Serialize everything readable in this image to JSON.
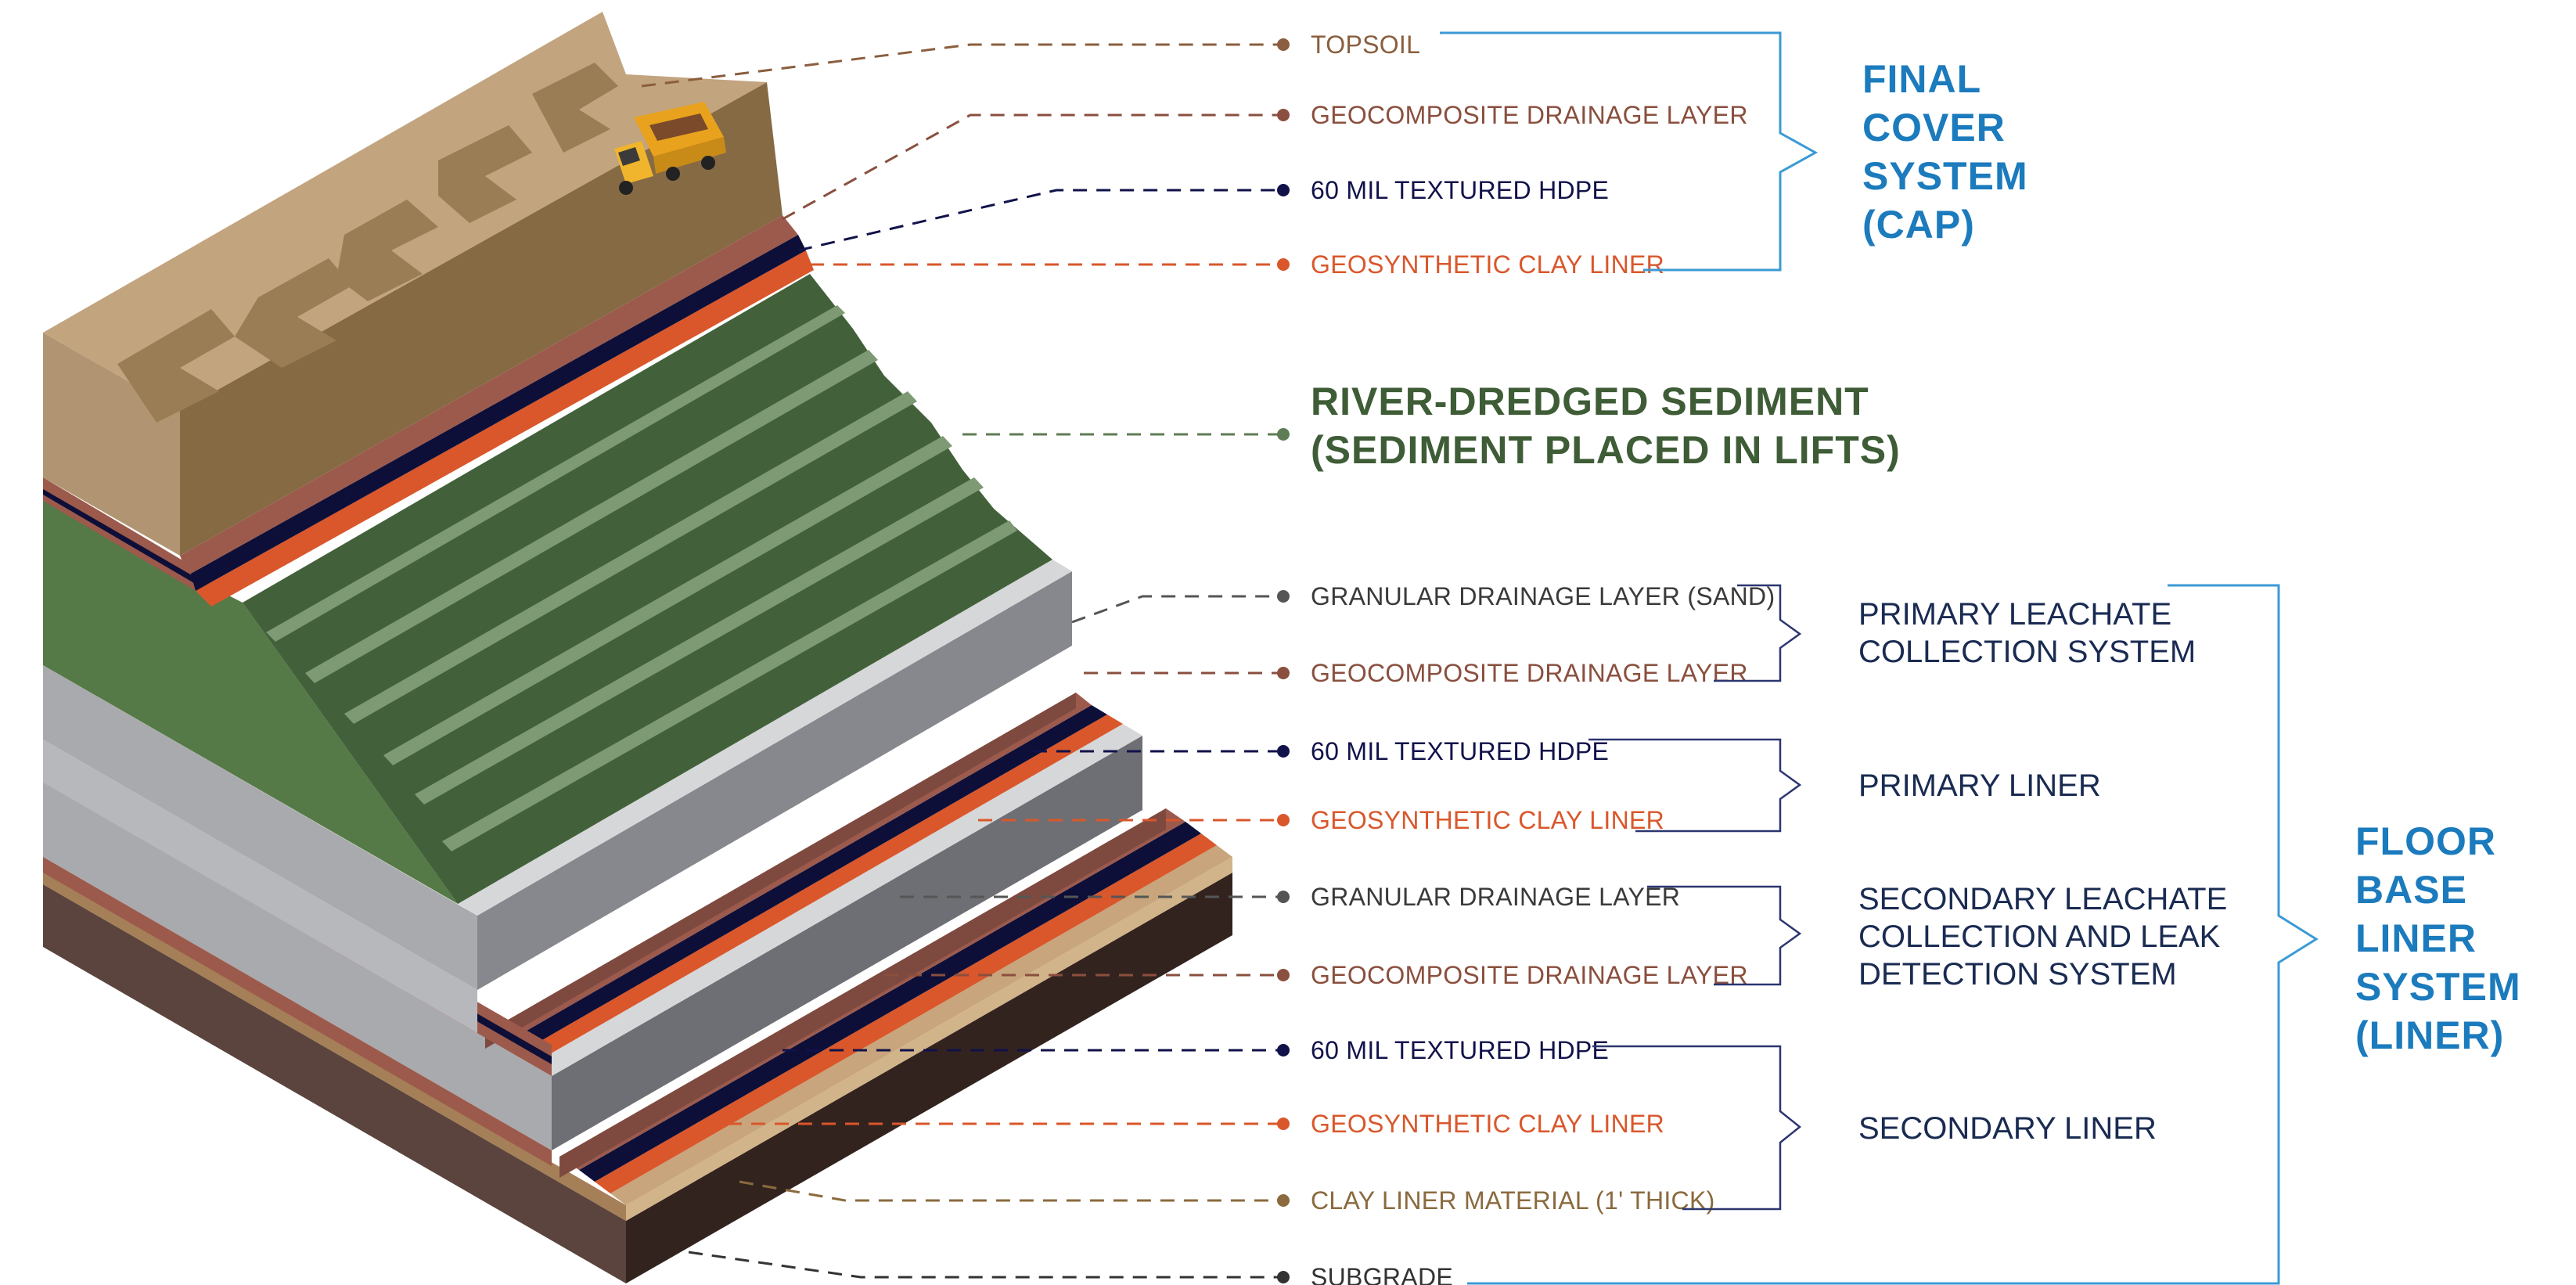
{
  "colors": {
    "topsoil": "#c2a47f",
    "geocomposite": "#9c5a4c",
    "hdpe": "#0d0f38",
    "gcl": "#d9572b",
    "sediment": "#42613a",
    "sediment_stripe": "#7d9a74",
    "granular": "#a9aaae",
    "clay": "#a57f57",
    "subgrade": "#4f3a34",
    "cap_bracket": "#3b9ad6",
    "group_bracket": "#2b3670",
    "leader_text_brown": "#8a4f3e",
    "leader_text_navy": "#11124a",
    "leader_text_orange": "#d9572b",
    "leader_text_green": "#3e5c36"
  },
  "cap": {
    "labels": [
      "TOPSOIL",
      "GEOCOMPOSITE DRAINAGE LAYER",
      "60 MIL TEXTURED HDPE",
      "GEOSYNTHETIC CLAY LINER"
    ],
    "title": [
      "FINAL",
      "COVER",
      "SYSTEM",
      "(CAP)"
    ]
  },
  "sediment": {
    "title": [
      "RIVER-DREDGED SEDIMENT",
      "(SEDIMENT PLACED IN LIFTS)"
    ]
  },
  "liner": {
    "labels": [
      "GRANULAR DRAINAGE LAYER (SAND)",
      "GEOCOMPOSITE DRAINAGE LAYER",
      "60 MIL TEXTURED HDPE",
      "GEOSYNTHETIC CLAY LINER",
      "GRANULAR DRAINAGE LAYER",
      "GEOCOMPOSITE DRAINAGE LAYER",
      "60 MIL TEXTURED HDPE",
      "GEOSYNTHETIC CLAY LINER",
      "CLAY LINER MATERIAL (1' THICK)",
      "SUBGRADE"
    ],
    "groups": {
      "primary_leachate": [
        "PRIMARY LEACHATE",
        "COLLECTION SYSTEM"
      ],
      "primary_liner": [
        "PRIMARY LINER"
      ],
      "secondary_leachate": [
        "SECONDARY LEACHATE",
        "COLLECTION AND LEAK",
        "DETECTION SYSTEM"
      ],
      "secondary_liner": [
        "SECONDARY LINER"
      ]
    },
    "title": [
      "FLOOR",
      "BASE",
      "LINER",
      "SYSTEM",
      "(LINER)"
    ]
  }
}
